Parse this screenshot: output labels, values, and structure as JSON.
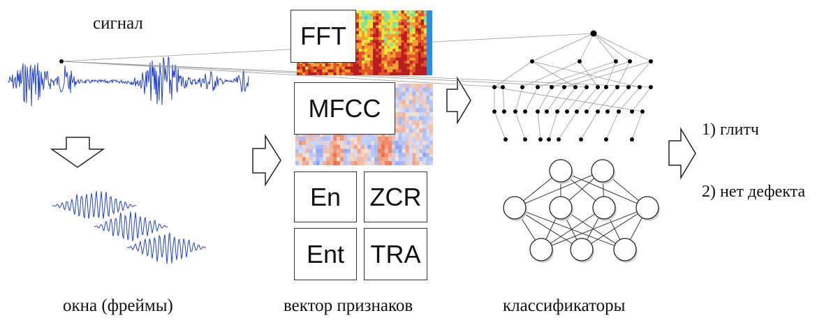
{
  "captions": {
    "signal": "сигнал",
    "windows": "окна (фреймы)",
    "feature_vector": "вектор признаков",
    "classifiers": "классификаторы"
  },
  "features": {
    "fft": "FFT",
    "mfcc": "MFCC",
    "energy": "En",
    "zcr": "ZCR",
    "entropy": "Ent",
    "tra": "TRA"
  },
  "outputs": [
    "1) глитч",
    "2) нет дефекта"
  ],
  "colors": {
    "waveform": "#1f3fd8",
    "arrow_stroke": "#222222",
    "box_border": "#333333"
  }
}
